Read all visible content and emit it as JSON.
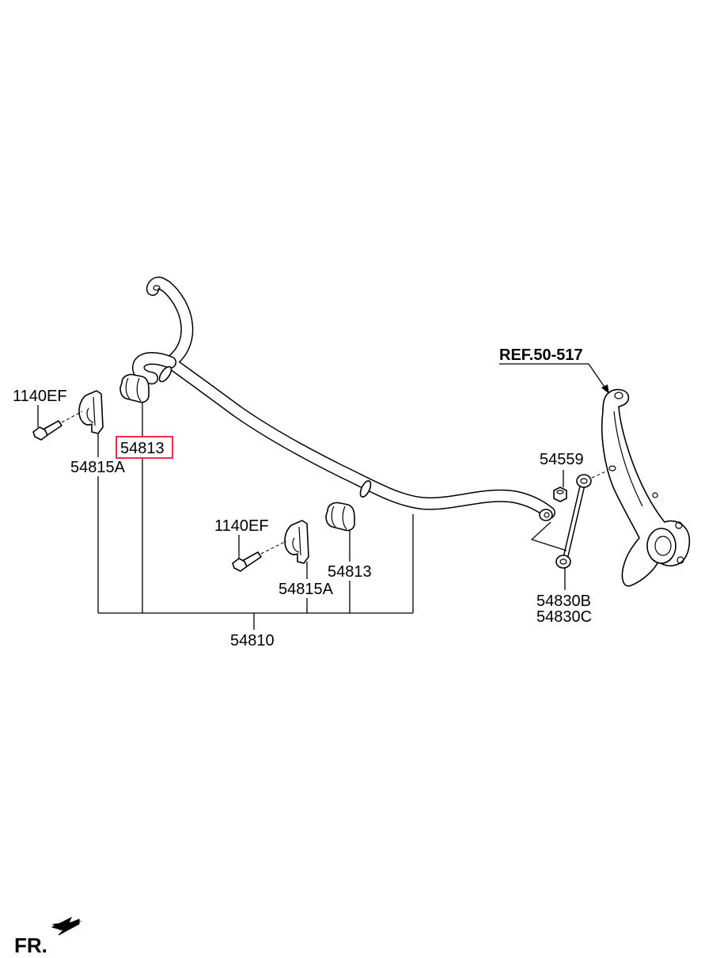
{
  "labels": {
    "bolt_left": "1140EF",
    "bracket_left": "54815A",
    "bushing_left": "54813",
    "bolt_mid": "1140EF",
    "bracket_mid": "54815A",
    "bushing_mid": "54813",
    "stabilizer_bar": "54810",
    "nut": "54559",
    "link_b": "54830B",
    "link_c": "54830C",
    "reference": "REF.50-517",
    "front_indicator": "FR."
  },
  "colors": {
    "highlight": "#e0001a",
    "line": "#000000"
  },
  "icons": {
    "front_arrow": "arrow-icon"
  }
}
